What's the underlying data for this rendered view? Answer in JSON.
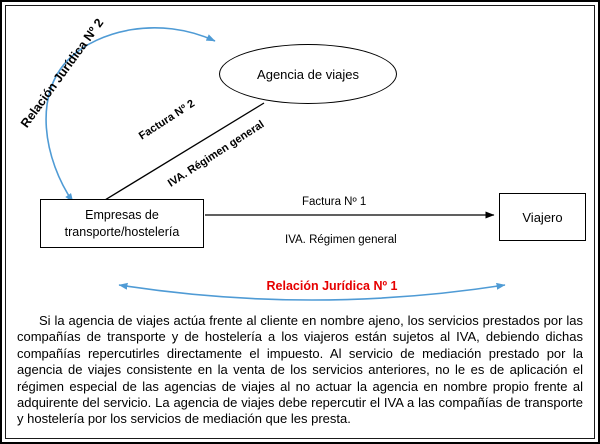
{
  "colors": {
    "arrow_blue": "#4f9bd5",
    "relacion_red": "#e60000",
    "line_black": "#000000"
  },
  "diagram": {
    "relacion2_label": "Relación Jurídica Nº 2",
    "relacion1_label": "Relación Jurídica Nº 1",
    "ellipse_label": "Agencia de viajes",
    "diagonal_arrow": {
      "factura_label": "Factura Nº 2",
      "iva_label": "IVA. Régimen general"
    },
    "horizontal_arrow": {
      "factura_label": "Factura Nº 1",
      "iva_label": "IVA. Régimen general"
    },
    "left_box": {
      "line1": "Empresas de",
      "line2": "transporte/hostelería"
    },
    "right_box": {
      "label": "Viajero"
    }
  },
  "paragraph": {
    "text": "Si la agencia de viajes actúa frente al cliente en nombre ajeno, los servicios prestados por las compañías de transporte y de hostelería a los viajeros están sujetos al IVA, debiendo dichas compañías repercutirles directamente el impuesto. Al servicio de mediación prestado por la agencia de viajes consistente en la venta de los servicios anteriores, no le es de aplicación el régimen especial de las agencias de viajes al no actuar la agencia en nombre propio frente al adquirente del servicio. La agencia de viajes debe repercutir el IVA a las compañías de transporte y hostelería por los servicios de mediación que les presta."
  }
}
